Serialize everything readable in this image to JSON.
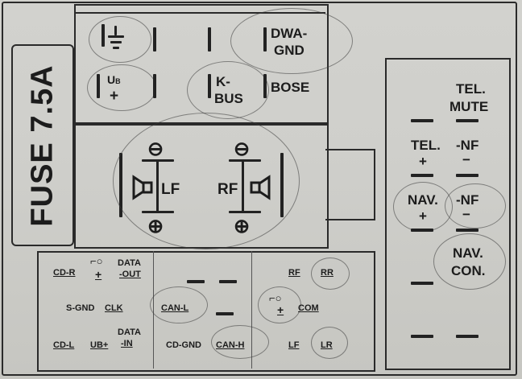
{
  "fuse": {
    "label": "FUSE 7.5A"
  },
  "top_connector": {
    "dwa_gnd_line1": "DWA-",
    "dwa_gnd_line2": "GND",
    "ub_label": "U",
    "ub_sub": "B",
    "plus": "+",
    "kbus_line1": "K-",
    "kbus_line2": "BUS",
    "bose": "BOSE"
  },
  "speaker_section": {
    "lf": "LF",
    "rf": "RF",
    "minus_symbol": "⊖",
    "plus_symbol": "⊕"
  },
  "bottom_left": {
    "cd_r": "CD-R",
    "plus": "+",
    "data_out_line1": "DATA",
    "data_out_line2": "-OUT",
    "s_gnd": "S-GND",
    "clk": "CLK",
    "cd_l": "CD-L",
    "ub_plus": "UB+",
    "data_in_line1": "DATA",
    "data_in_line2": "-IN"
  },
  "bottom_middle": {
    "can_l": "CAN-L",
    "cd_gnd": "CD-GND",
    "can_h": "CAN-H"
  },
  "bottom_right": {
    "rf": "RF",
    "rr": "RR",
    "plus": "+",
    "com": "COM",
    "lf": "LF",
    "lr": "LR"
  },
  "right_block": {
    "tel_mute_line1": "TEL.",
    "tel_mute_line2": "MUTE",
    "tel_line1": "TEL.",
    "tel_line2": "+",
    "nf_line1": "-NF",
    "nf_line2": "−",
    "nav_line1": "NAV.",
    "nav_line2": "+",
    "nf2_line1": "-NF",
    "nf2_line2": "−",
    "nav_con_line1": "NAV.",
    "nav_con_line2": "CON."
  }
}
